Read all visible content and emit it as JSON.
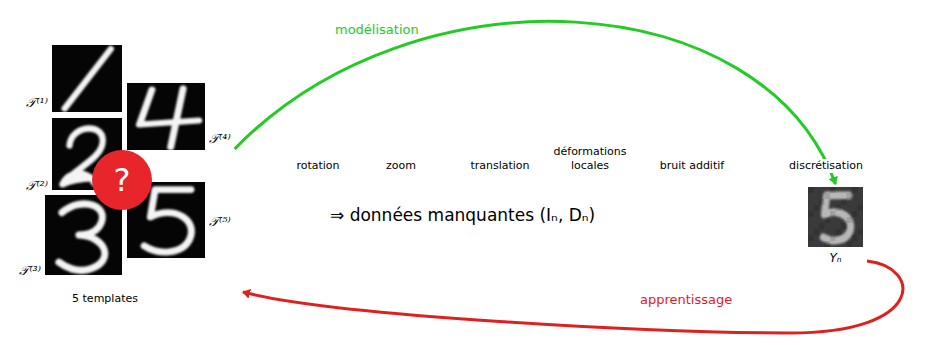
{
  "diagram": {
    "nodes": [
      {
        "text": [
          "5 templates"
        ]
      },
      {
        "text": [
          "𝒯⁽¹⁾"
        ],
        "in": 0
      },
      {
        "text": [
          "𝒯⁽²⁾"
        ],
        "in": 0
      },
      {
        "text": [
          "𝒯⁽³⁾"
        ],
        "in": 0
      },
      {
        "text": [
          "𝒯⁽⁴⁾"
        ],
        "in": 0
      },
      {
        "text": [
          "𝒯⁽⁵⁾"
        ],
        "in": 0
      },
      {
        "text": [
          "?"
        ],
        "in": 0
      },
      {
        "text": [
          "Yₙ"
        ]
      }
    ],
    "edges": [
      {
        "from": 4,
        "to": 7,
        "label": "modélisation",
        "arrow": "to"
      },
      {
        "from": 7,
        "to": 0,
        "label": "apprentissage",
        "arrow": "to"
      }
    ],
    "labels": [
      "rotation",
      "zoom",
      "translation",
      "déformations locales",
      "bruit additif",
      "discrétisation",
      "⇒ données manquantes (Iₙ, Dₙ)"
    ]
  }
}
